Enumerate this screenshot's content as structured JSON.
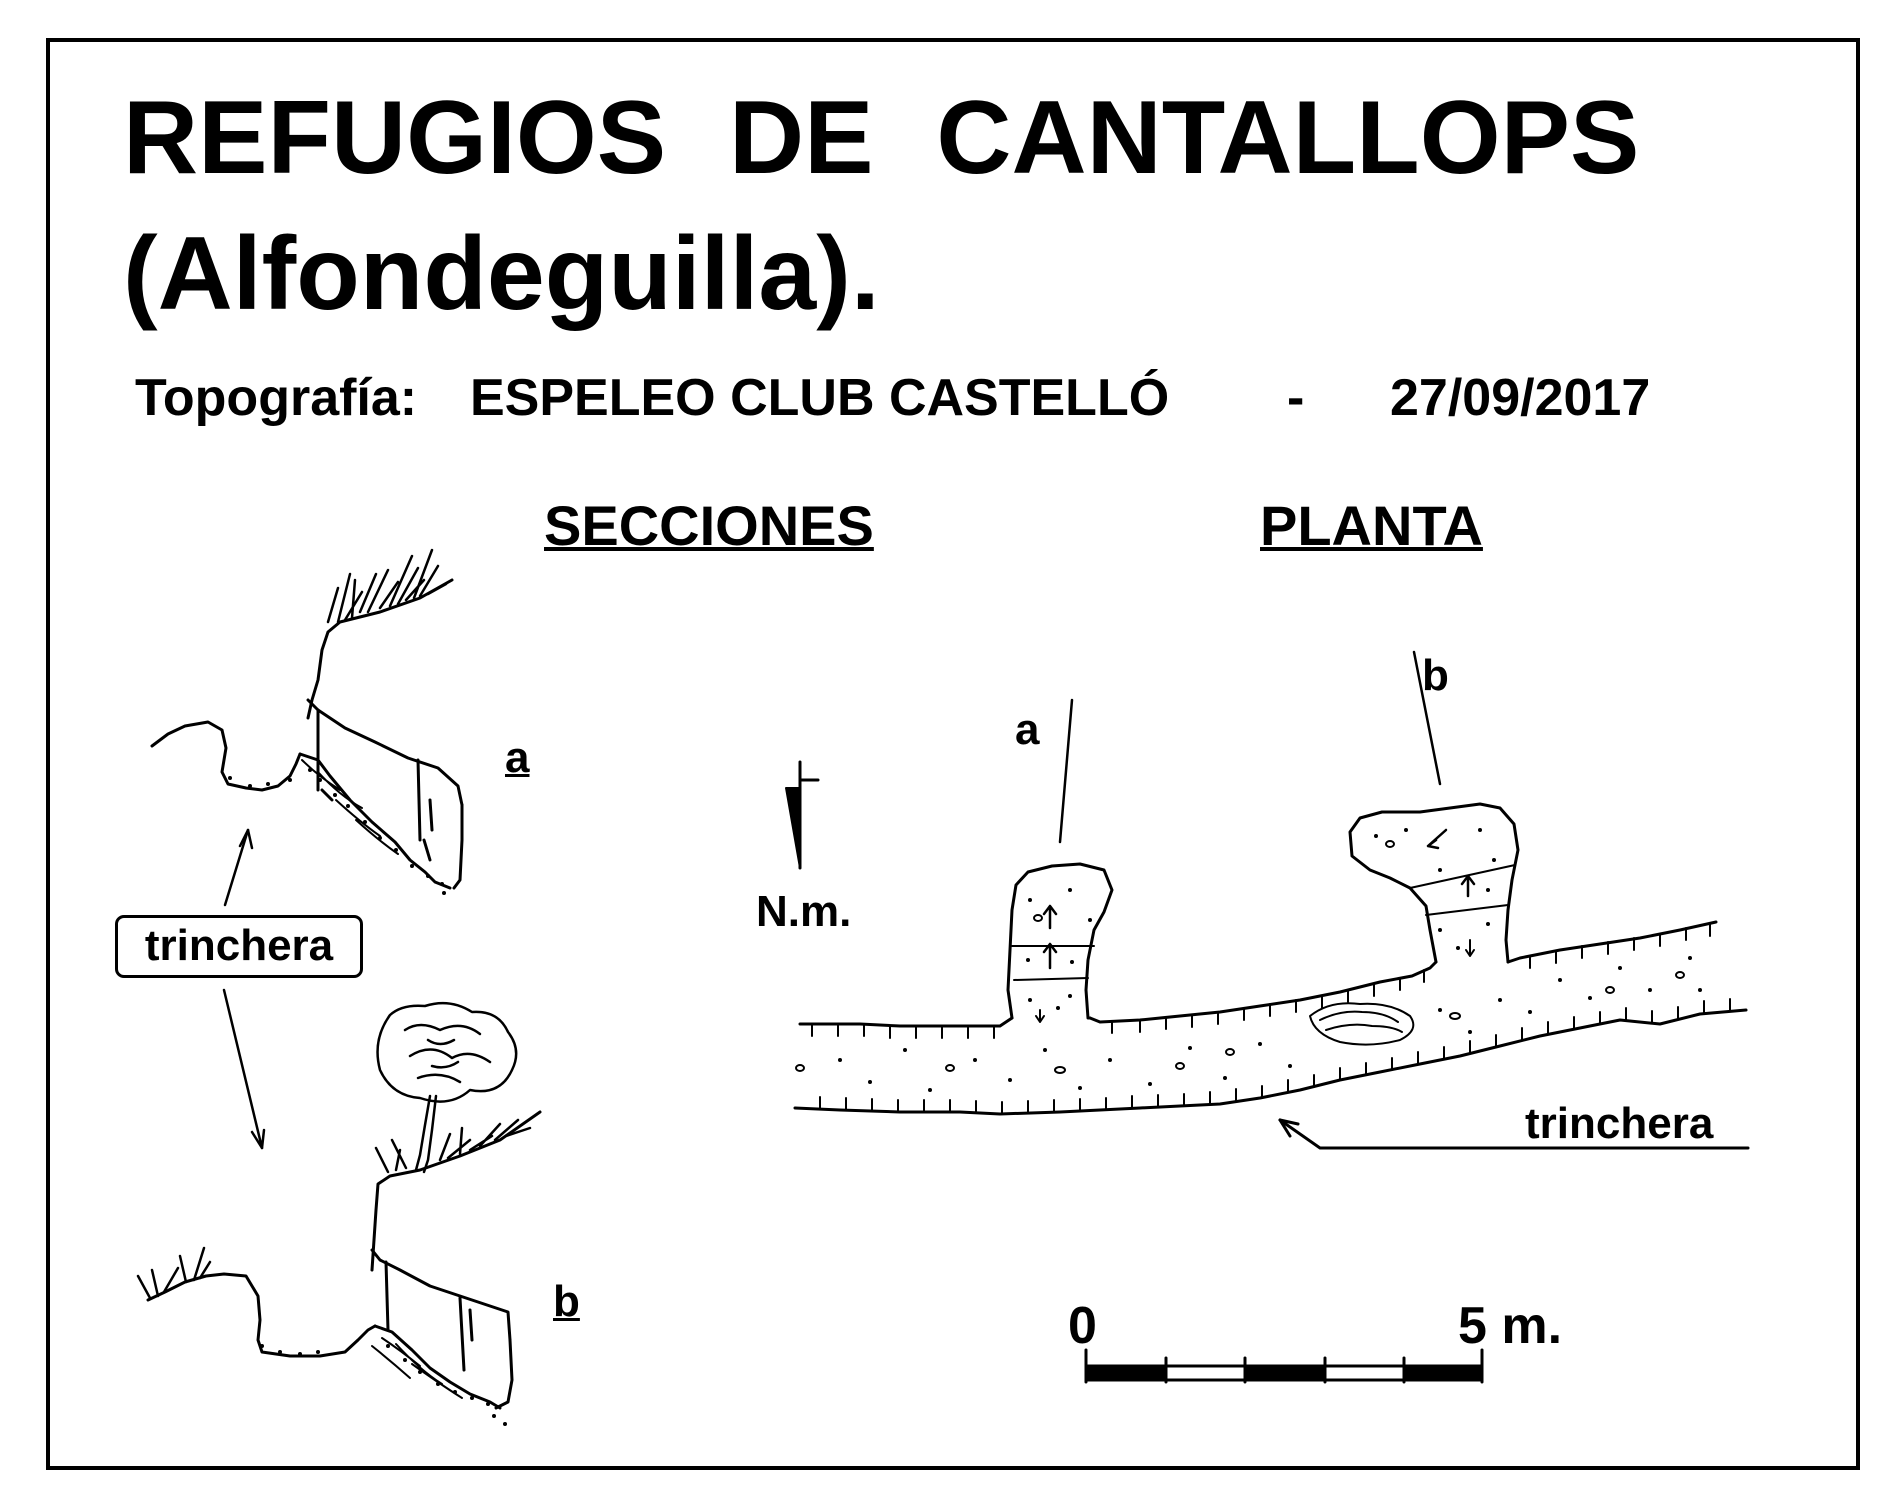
{
  "title": {
    "line1": "REFUGIOS DE CANTALLOPS",
    "line2": "(Alfondeguilla)."
  },
  "credits": {
    "label": "Topografía:",
    "author": "ESPELEO CLUB CASTELLÓ",
    "separator": "-",
    "date": "27/09/2017"
  },
  "sections": {
    "heading": "SECCIONES",
    "section_a_label": "a",
    "section_b_label": "b",
    "trench_label": "trinchera"
  },
  "plan": {
    "heading": "PLANTA",
    "cut_a_label": "a",
    "cut_b_label": "b",
    "north_label": "N.m.",
    "trench_label": "trinchera"
  },
  "scale_bar": {
    "start_label": "0",
    "end_label": "5 m."
  }
}
